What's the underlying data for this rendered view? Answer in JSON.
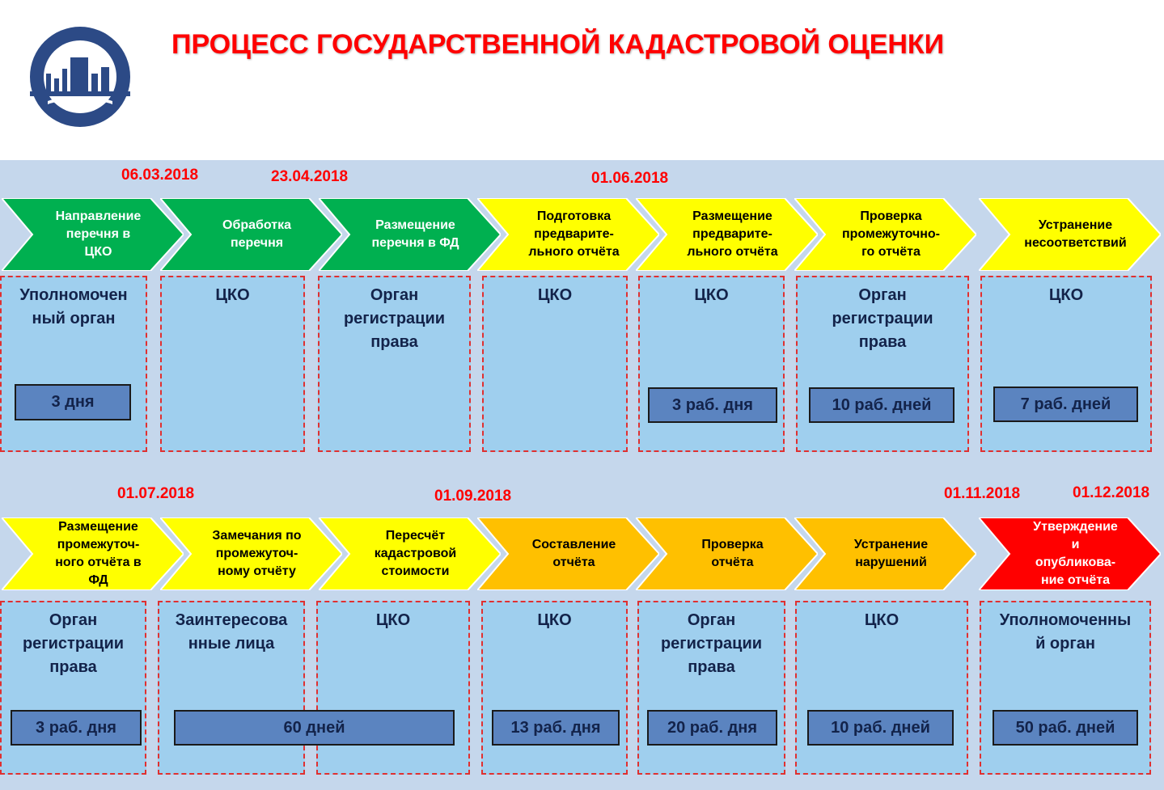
{
  "header": {
    "title": "ПРОЦЕСС ГОСУДАРСТВЕННОЙ КАДАСТРОВОЙ ОЦЕНКИ",
    "logo_icon": "building-book-logo-icon"
  },
  "colors": {
    "band": "#c5d7ec",
    "green": "#00b050",
    "yellow": "#ffff00",
    "orange": "#ffc000",
    "red": "#ff0000",
    "card": "#9fcfee",
    "duration_box": "#5b84c0",
    "date_text": "#ff0000"
  },
  "row1": {
    "dates": [
      "06.03.2018",
      "23.04.2018",
      "01.06.2018"
    ],
    "steps": [
      {
        "label": "Направление\nперечня в\nЦКО",
        "color": "green",
        "responsible": "Уполномочен\nный орган",
        "duration": "3 дня"
      },
      {
        "label": "Обработка\nперечня",
        "color": "green",
        "responsible": "ЦКО",
        "duration": ""
      },
      {
        "label": "Размещение\nперечня в ФД",
        "color": "green",
        "responsible": "Орган\nрегистрации\nправа",
        "duration": ""
      },
      {
        "label": "Подготовка\nпредварите-\nльного отчёта",
        "color": "yellow",
        "responsible": "ЦКО",
        "duration": ""
      },
      {
        "label": "Размещение\nпредварите-\nльного отчёта",
        "color": "yellow",
        "responsible": "ЦКО",
        "duration": "3 раб. дня"
      },
      {
        "label": "Проверка\nпромежуточно-\nго отчёта",
        "color": "yellow",
        "responsible": "Орган\nрегистрации\nправа",
        "duration": "10 раб. дней"
      },
      {
        "label": "Устранение\nнесоответствий",
        "color": "yellow",
        "responsible": "ЦКО",
        "duration": "7 раб. дней"
      }
    ]
  },
  "row2": {
    "dates": [
      "01.07.2018",
      "01.09.2018",
      "01.11.2018",
      "01.12.2018"
    ],
    "steps": [
      {
        "label": "Размещение\nпромежуточ-\nного отчёта в\nФД",
        "color": "yellow",
        "responsible": "Орган\nрегистрации\nправа",
        "duration": "3 раб. дня"
      },
      {
        "label": "Замечания по\nпромежуточ-\nному отчёту",
        "color": "yellow",
        "responsible": "Заинтересова\nнные лица",
        "duration": ""
      },
      {
        "label": "Пересчёт\nкадастровой\nстоимости",
        "color": "yellow",
        "responsible": "ЦКО",
        "duration": ""
      },
      {
        "label": "Составление\nотчёта",
        "color": "orange",
        "responsible": "ЦКО",
        "duration": "13 раб. дня"
      },
      {
        "label": "Проверка\nотчёта",
        "color": "orange",
        "responsible": "Орган\nрегистрации\nправа",
        "duration": "20 раб. дня"
      },
      {
        "label": "Устранение\nнарушений",
        "color": "orange",
        "responsible": "ЦКО",
        "duration": "10 раб. дней"
      },
      {
        "label": "Утверждение\nи\nопубликова-\nние отчёта",
        "color": "red",
        "responsible": "Уполномоченны\nй орган",
        "duration": "50 раб. дней"
      }
    ],
    "shared_duration": "60 дней"
  }
}
